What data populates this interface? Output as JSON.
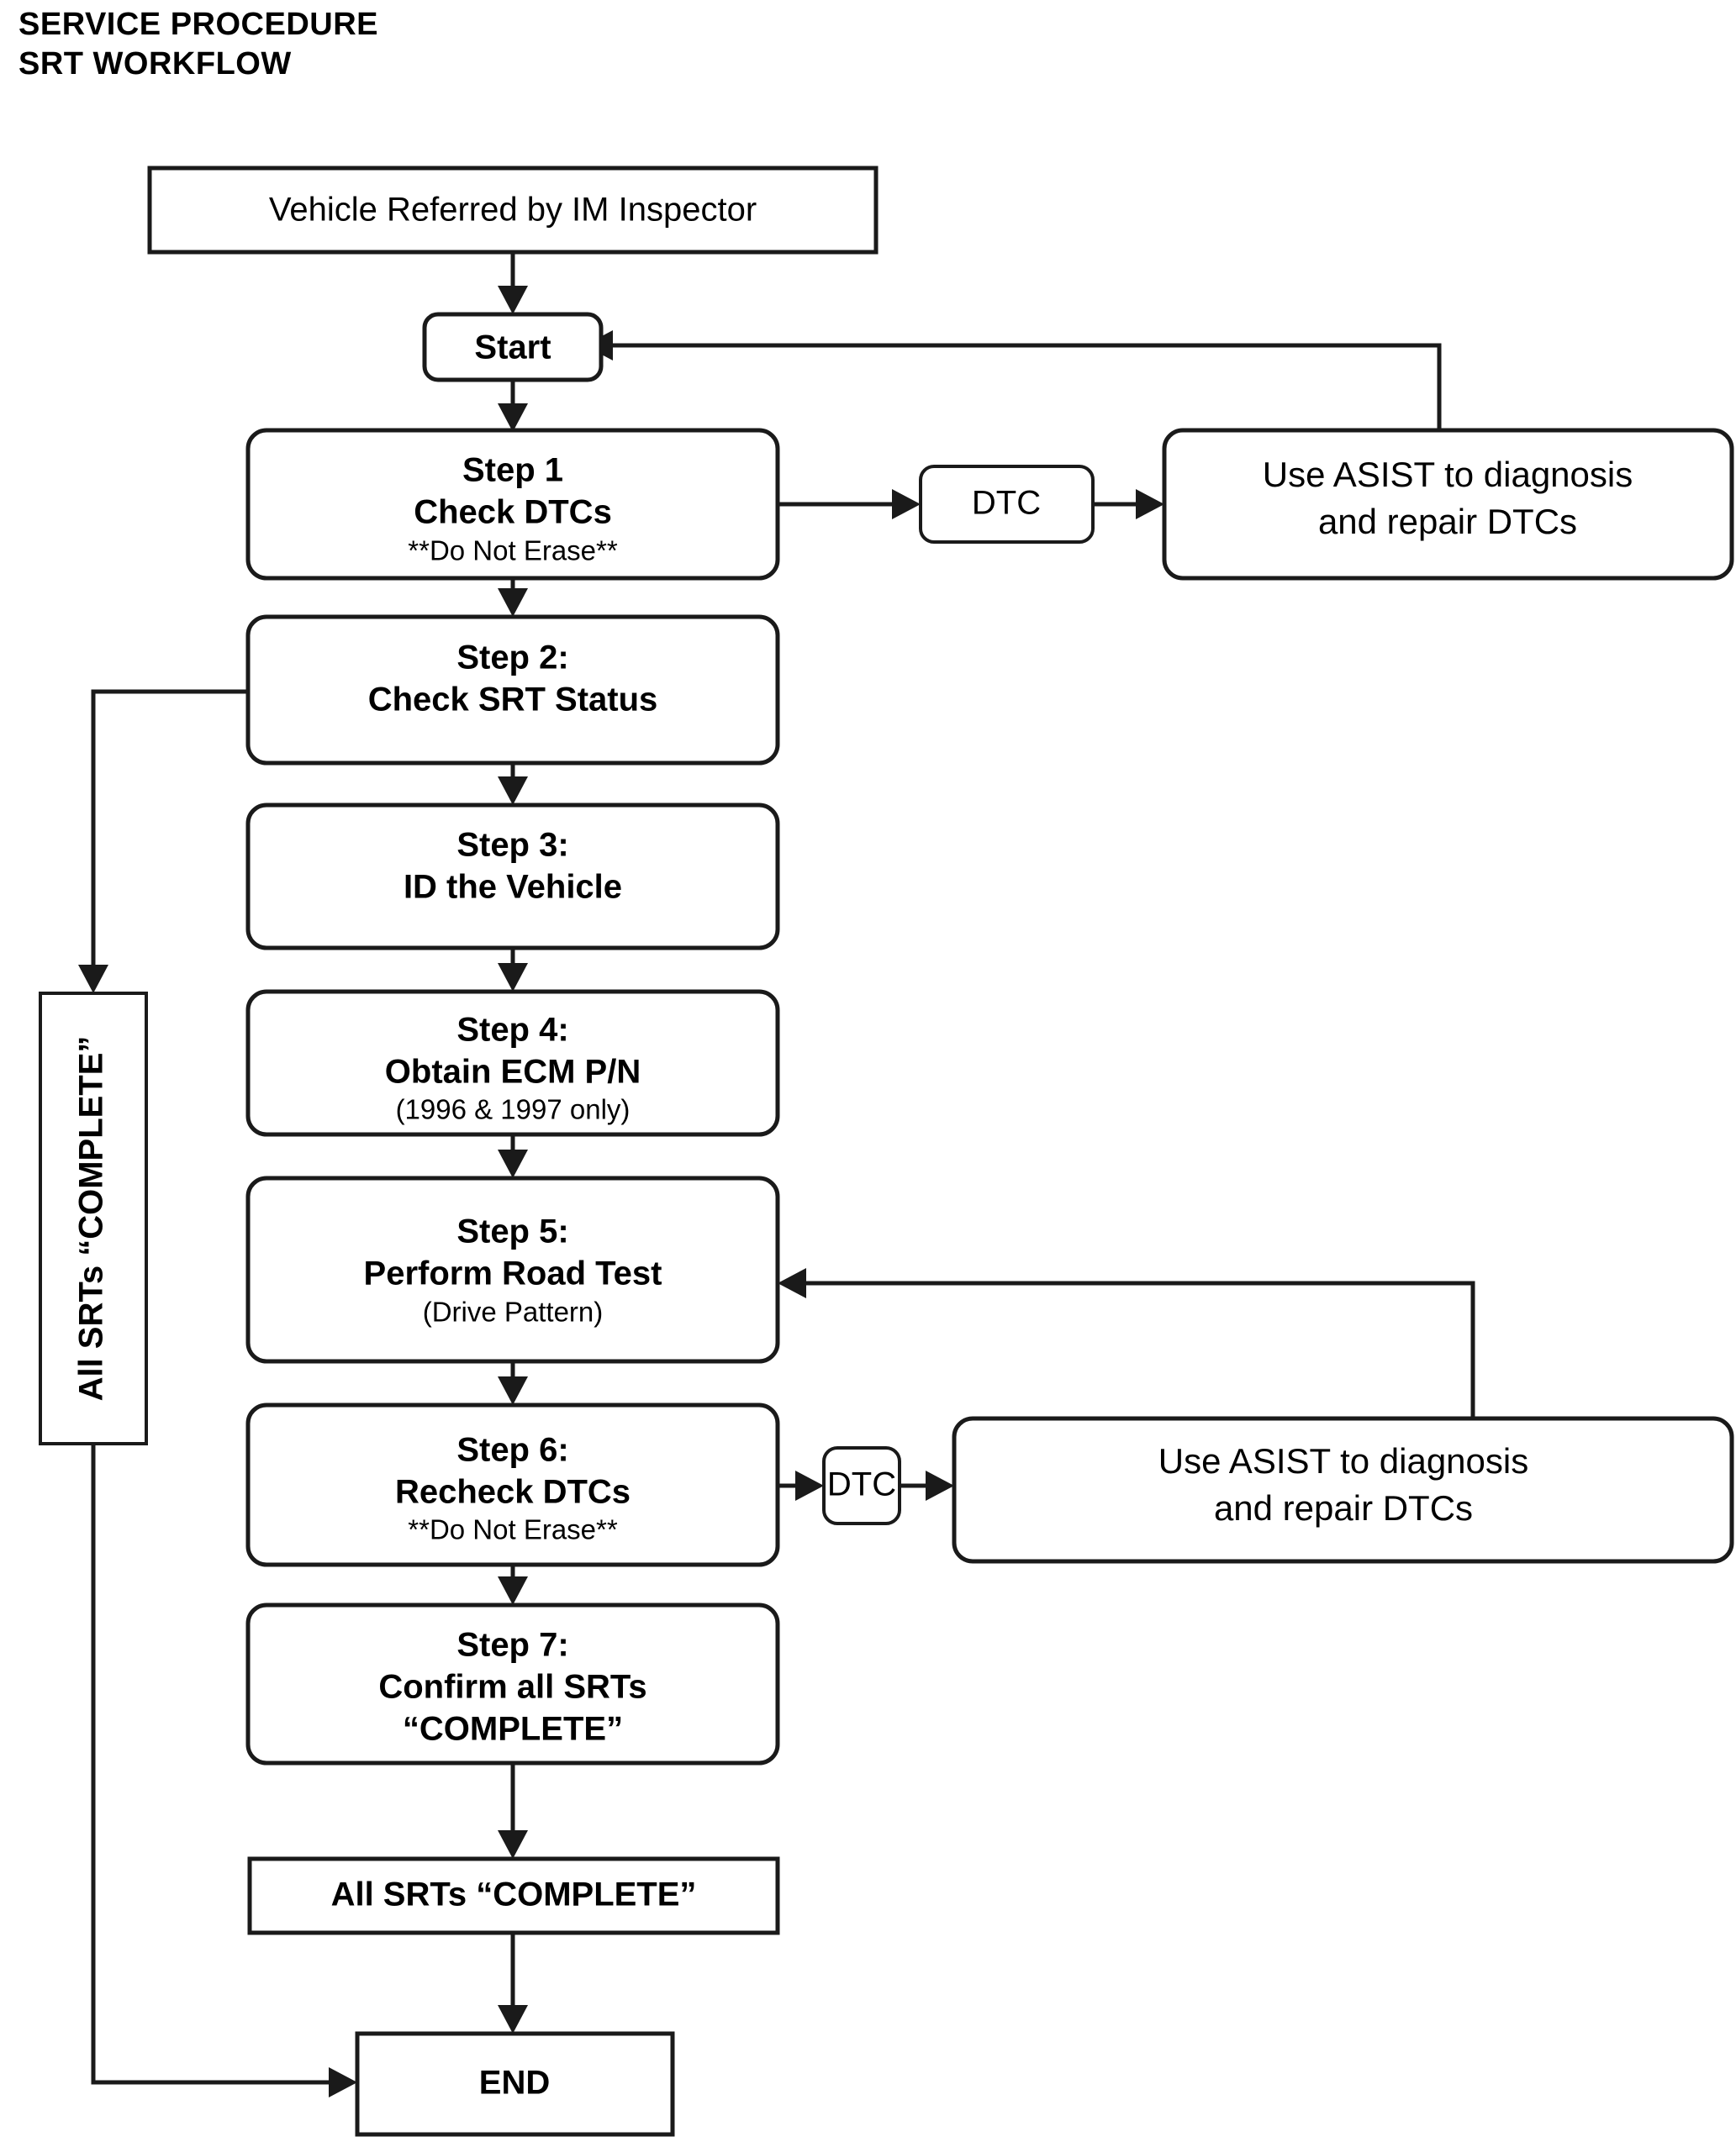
{
  "document": {
    "heading_line1": "SERVICE PROCEDURE",
    "heading_line2": "SRT WORKFLOW"
  },
  "chart_data": {
    "type": "diagram",
    "title": "SRT WORKFLOW",
    "nodes": [
      {
        "id": "referral",
        "label": "Vehicle Referred by IM Inspector",
        "shape": "rect",
        "weight": "regular"
      },
      {
        "id": "start",
        "label": "Start",
        "shape": "rounded",
        "weight": "bold"
      },
      {
        "id": "step1",
        "label_line1": "Step 1",
        "label_line2": "Check DTCs",
        "label_line3": "**Do Not Erase**",
        "shape": "rounded",
        "weight": "bold"
      },
      {
        "id": "dtc1",
        "label": "DTC",
        "shape": "rounded",
        "weight": "regular"
      },
      {
        "id": "asist1",
        "label_line1": "Use ASIST to diagnosis",
        "label_line2": "and repair DTCs",
        "shape": "rounded",
        "weight": "regular"
      },
      {
        "id": "step2",
        "label_line1": "Step 2:",
        "label_line2": "Check SRT Status",
        "shape": "rounded",
        "weight": "bold"
      },
      {
        "id": "step3",
        "label_line1": "Step 3:",
        "label_line2": "ID the Vehicle",
        "shape": "rounded",
        "weight": "bold"
      },
      {
        "id": "step4",
        "label_line1": "Step 4:",
        "label_line2": "Obtain ECM P/N",
        "label_line3": "(1996 & 1997 only)",
        "shape": "rounded",
        "weight": "bold"
      },
      {
        "id": "step5",
        "label_line1": "Step 5:",
        "label_line2": "Perform Road Test",
        "label_line3": "(Drive Pattern)",
        "shape": "rounded",
        "weight": "bold"
      },
      {
        "id": "step6",
        "label_line1": "Step 6:",
        "label_line2": "Recheck DTCs",
        "label_line3": "**Do Not Erase**",
        "shape": "rounded",
        "weight": "bold"
      },
      {
        "id": "dtc2",
        "label": "DTC",
        "shape": "rounded",
        "weight": "regular"
      },
      {
        "id": "asist2",
        "label_line1": "Use ASIST to diagnosis",
        "label_line2": "and repair DTCs",
        "shape": "rounded",
        "weight": "regular"
      },
      {
        "id": "step7",
        "label_line1": "Step 7:",
        "label_line2": "Confirm all SRTs",
        "label_line3": "“COMPLETE”",
        "shape": "rounded",
        "weight": "bold"
      },
      {
        "id": "allsrts",
        "label": "All SRTs “COMPLETE”",
        "shape": "rect",
        "weight": "bold"
      },
      {
        "id": "end",
        "label": "END",
        "shape": "rect",
        "weight": "bold"
      },
      {
        "id": "vertical",
        "label": "All SRTs “COMPLETE”",
        "shape": "rect",
        "weight": "bold",
        "orientation": "vertical"
      }
    ],
    "edges": [
      {
        "from": "referral",
        "to": "start",
        "kind": "down"
      },
      {
        "from": "start",
        "to": "step1",
        "kind": "down"
      },
      {
        "from": "step1",
        "to": "dtc1",
        "kind": "right"
      },
      {
        "from": "dtc1",
        "to": "asist1",
        "kind": "right"
      },
      {
        "from": "asist1",
        "to": "start",
        "kind": "feedback-up-left"
      },
      {
        "from": "step1",
        "to": "step2",
        "kind": "down"
      },
      {
        "from": "step2",
        "to": "vertical",
        "kind": "left-down"
      },
      {
        "from": "step2",
        "to": "step3",
        "kind": "down"
      },
      {
        "from": "step3",
        "to": "step4",
        "kind": "down"
      },
      {
        "from": "step4",
        "to": "step5",
        "kind": "down"
      },
      {
        "from": "step5",
        "to": "step6",
        "kind": "down"
      },
      {
        "from": "step6",
        "to": "dtc2",
        "kind": "right"
      },
      {
        "from": "dtc2",
        "to": "asist2",
        "kind": "right"
      },
      {
        "from": "asist2",
        "to": "step5",
        "kind": "feedback-up-left"
      },
      {
        "from": "step6",
        "to": "step7",
        "kind": "down"
      },
      {
        "from": "step7",
        "to": "allsrts",
        "kind": "down"
      },
      {
        "from": "allsrts",
        "to": "end",
        "kind": "down"
      },
      {
        "from": "vertical",
        "to": "end",
        "kind": "down-right"
      }
    ],
    "colors": {
      "stroke": "#1a1a1a",
      "fill": "#ffffff",
      "text": "#000000"
    }
  }
}
